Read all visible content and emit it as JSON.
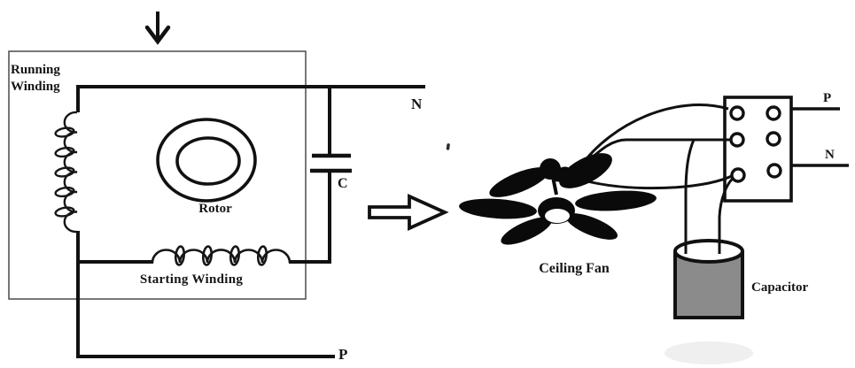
{
  "diagram": {
    "title_implicit": "Ceiling fan single-phase motor circuit",
    "left_schematic": {
      "running_winding_label": {
        "line1": "Running",
        "line2": "Winding"
      },
      "rotor_label": "Rotor",
      "starting_winding_label": "Starting Winding",
      "neutral_label": "N",
      "capacitor_label": "C",
      "phase_label": "P"
    },
    "right_illustration": {
      "ceiling_fan_label": "Ceiling Fan",
      "capacitor_label": "Capacitor",
      "phase_label": "P",
      "neutral_label": "N",
      "terminal_block_holes": 6
    },
    "icons": {
      "input_arrow": "down-arrow",
      "transform_arrow": "right-block-arrow"
    },
    "colors": {
      "line": "#111111",
      "box_border": "#4a4a4a",
      "capacitor_body": "#8b8b8b",
      "background": "#ffffff"
    }
  }
}
